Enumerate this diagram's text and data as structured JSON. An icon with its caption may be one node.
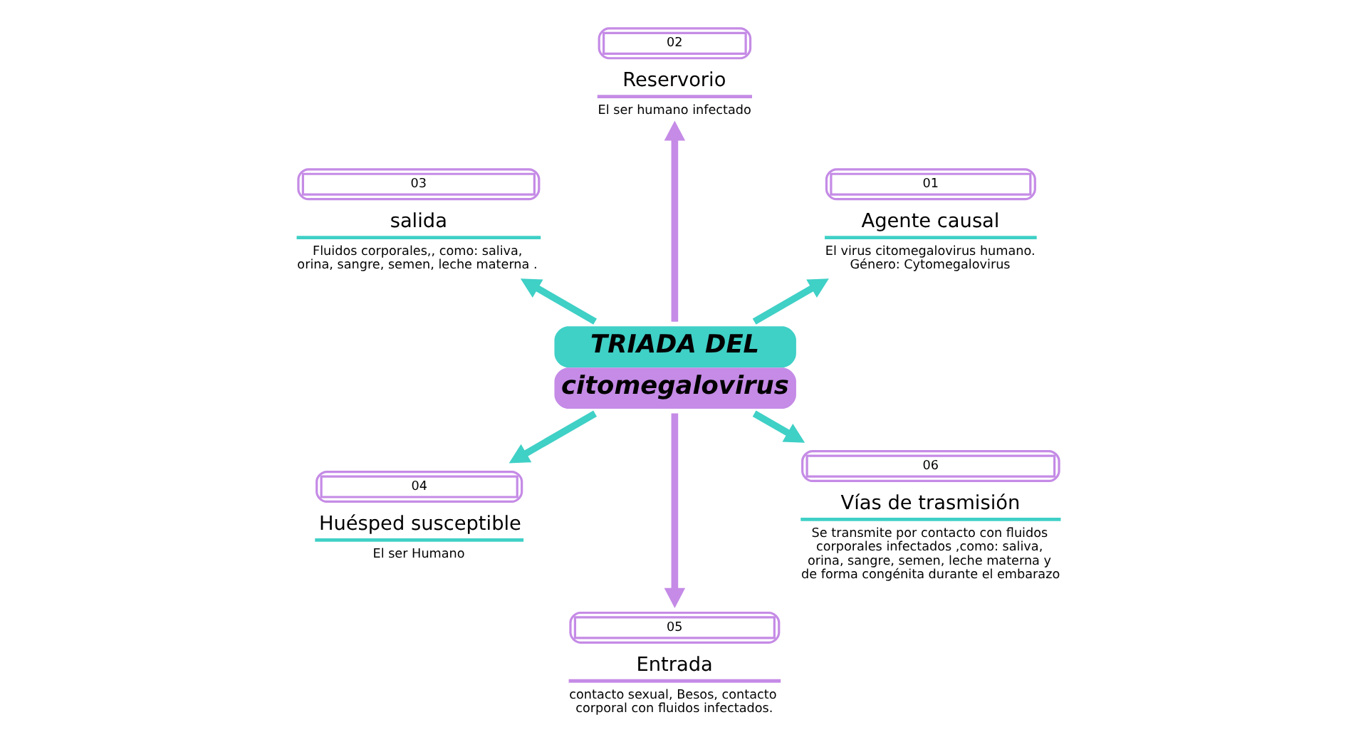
{
  "diagram": {
    "nodes": [
      {
        "text": [
          "TRIADA DEL",
          "citomegalovirus"
        ]
      },
      {
        "text": [
          "01",
          "Agente causal",
          "El virus citomegalovirus humano. Género: Cytomegalovirus"
        ]
      },
      {
        "text": [
          "02",
          "Reservorio",
          "El ser humano infectado"
        ]
      },
      {
        "text": [
          "03",
          "salida",
          "Fluidos corporales,, como: saliva, orina, sangre, semen, leche materna ."
        ]
      },
      {
        "text": [
          "04",
          "Huésped susceptible",
          "El ser Humano"
        ]
      },
      {
        "text": [
          "05",
          "Entrada",
          "contacto sexual, Besos, contacto corporal con fluidos infectados."
        ]
      },
      {
        "text": [
          "06",
          "Vías de trasmisión",
          "Se transmite por contacto con fluidos corporales infectados ,como: saliva, orina, sangre, semen, leche materna y de forma congénita durante el embarazo"
        ]
      }
    ],
    "edges": [
      {
        "from": 0,
        "to": 1,
        "arrow": "to"
      },
      {
        "from": 0,
        "to": 2,
        "arrow": "to",
        "color": "#c58be6"
      },
      {
        "from": 0,
        "to": 3,
        "arrow": "to"
      },
      {
        "from": 0,
        "to": 4,
        "arrow": "to"
      },
      {
        "from": 0,
        "to": 5,
        "arrow": "to",
        "color": "#c58be6"
      },
      {
        "from": 0,
        "to": 6,
        "arrow": "to"
      }
    ]
  }
}
